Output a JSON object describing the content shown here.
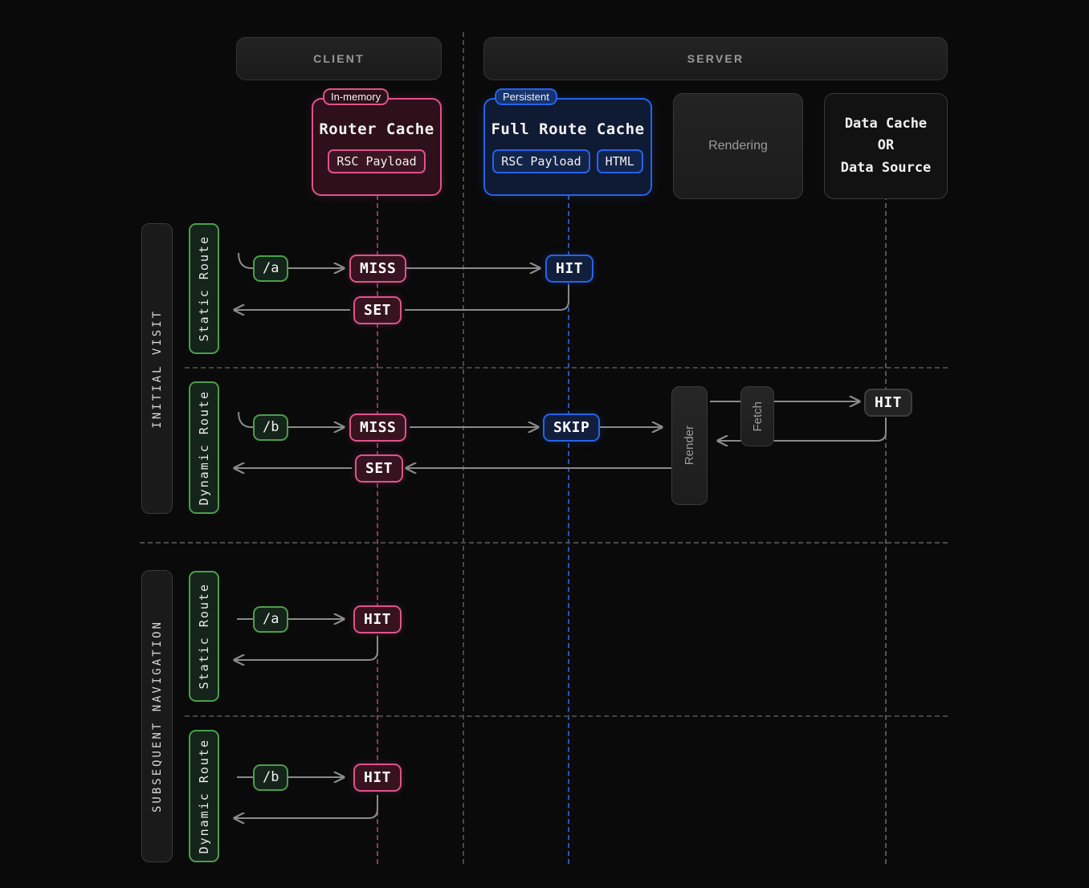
{
  "lanes": {
    "client": "CLIENT",
    "server": "SERVER"
  },
  "caches": {
    "router": {
      "tag": "In-memory",
      "title": "Router Cache",
      "chips": [
        "RSC Payload"
      ]
    },
    "full_route": {
      "tag": "Persistent",
      "title": "Full Route Cache",
      "chips": [
        "RSC Payload",
        "HTML"
      ]
    },
    "rendering": {
      "title": "Rendering"
    },
    "data_source": {
      "line1": "Data Cache",
      "line2": "OR",
      "line3": "Data Source"
    }
  },
  "sections": [
    {
      "label": "INITIAL VISIT"
    },
    {
      "label": "SUBSEQUENT NAVIGATION"
    }
  ],
  "rows": [
    {
      "route_label": "Static Route",
      "path": "/a",
      "router_status": "MISS",
      "full_route_status": "HIT",
      "set_label": "SET"
    },
    {
      "route_label": "Dynamic Route",
      "path": "/b",
      "router_status": "MISS",
      "full_route_status": "SKIP",
      "set_label": "SET",
      "render_label": "Render",
      "fetch_label": "Fetch",
      "data_status": "HIT"
    },
    {
      "route_label": "Static Route",
      "path": "/a",
      "router_status": "HIT"
    },
    {
      "route_label": "Dynamic Route",
      "path": "/b",
      "router_status": "HIT"
    }
  ],
  "colors": {
    "background": "#0a0a0a",
    "router_cache": "#e0538a",
    "full_route_cache": "#2563eb",
    "route": "#4a9e4a",
    "neutral": "#3a3a3a",
    "wire": "#8a8a8a"
  }
}
